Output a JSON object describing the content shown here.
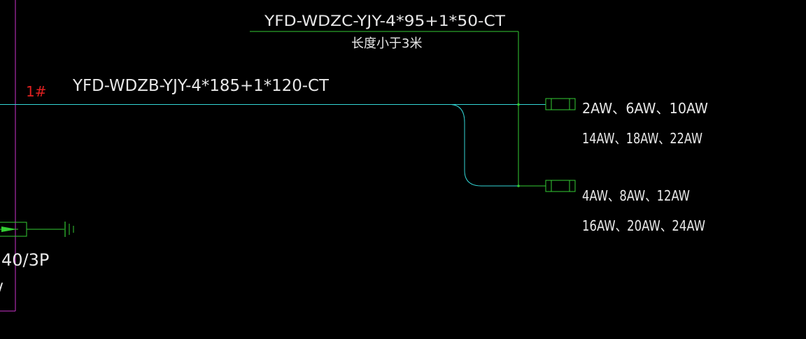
{
  "drawing": {
    "cable_upper_label": "YFD-WDZC-YJY-4*95+1*50-CT",
    "cable_upper_note": "长度小于3米",
    "cable_main_label": "YFD-WDZB-YJY-4*185+1*120-CT",
    "panel_id": "1#",
    "left_fragment_1": "40/3P",
    "left_fragment_2": "/",
    "terminal_top_line1": "2AW、6AW、10AW",
    "terminal_top_line2": "14AW、18AW、22AW",
    "terminal_bottom_line1": "4AW、8AW、12AW",
    "terminal_bottom_line2": "16AW、20AW、24AW"
  },
  "colors": {
    "background": "#000000",
    "panel_border": "#cc33cc",
    "cable": "#33d6d6",
    "green": "#33cc33",
    "text": "#e8e8e8",
    "panel_id": "#e02020"
  }
}
